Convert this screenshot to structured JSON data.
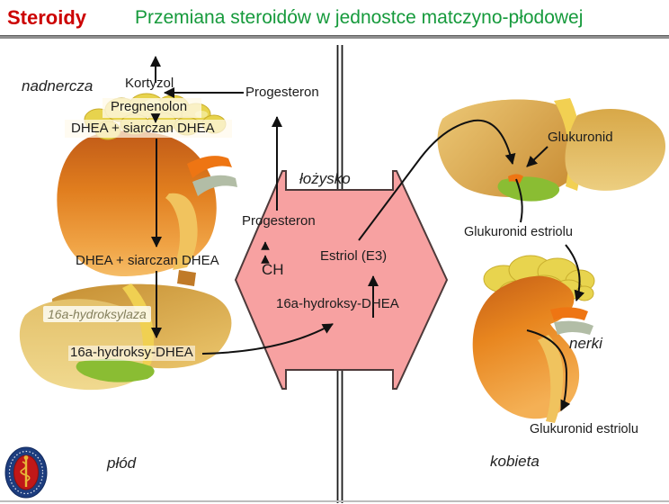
{
  "header": {
    "badge": "Steroidy",
    "title": "Przemiana steroidów w jednostce matczyno-płodowej"
  },
  "fetal_side": {
    "region_label": "nadnercza",
    "kortyzol": "Kortyzol",
    "progesteron": "Progesteron",
    "pregnenolon": "Pregnenolon",
    "dhea_upper": "DHEA + siarczan DHEA",
    "dhea_lower": "DHEA + siarczan DHEA",
    "enzyme": "16a-hydroksylaza",
    "hydroxy_dhea": "16a-hydroksy-DHEA",
    "footer_label": "płód"
  },
  "placenta": {
    "label": "łożysko",
    "progesteron": "Progesteron",
    "ch": "CH",
    "estriol": "Estriol (E3)",
    "hydroxy_dhea": "16a-hydroksy-DHEA"
  },
  "maternal_side": {
    "glukuronid": "Glukuronid",
    "glukuronid_estriolu_liver": "Glukuronid estriolu",
    "kidney_label": "nerki",
    "glukuronid_estriolu_excreted": "Glukuronid estriolu",
    "footer_label": "kobieta"
  },
  "colors": {
    "badge_red": "#cc0000",
    "title_green": "#169a3c",
    "placenta_pink": "#f7a1a1",
    "organ_orange": "#e8861f",
    "liver_tan": "#ddae52",
    "adrenal_yellow": "#e7d34d",
    "gallbladder_green": "#8abd33",
    "arrow_black": "#111111"
  }
}
